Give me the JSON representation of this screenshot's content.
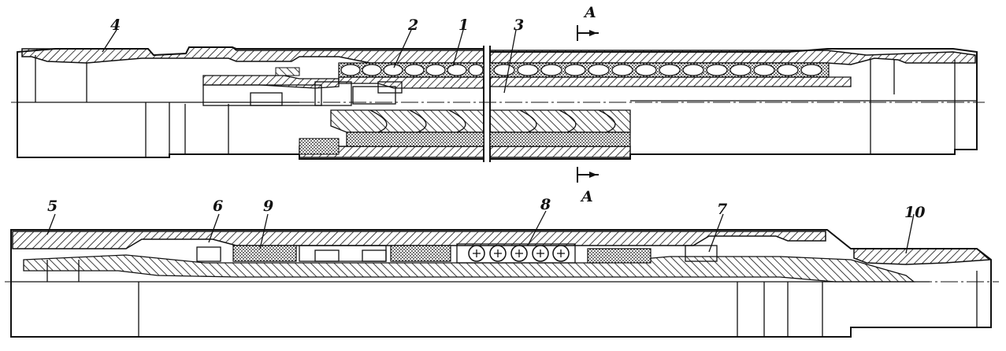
{
  "labels": {
    "l1": "1",
    "l2": "2",
    "l3": "3",
    "l4": "4",
    "l5": "5",
    "l6": "6",
    "l7": "7",
    "l8": "8",
    "l9": "9",
    "l10": "10",
    "sectionTop": "A",
    "sectionBottom": "A"
  },
  "colors": {
    "ink": "#111111",
    "paper": "#ffffff"
  }
}
